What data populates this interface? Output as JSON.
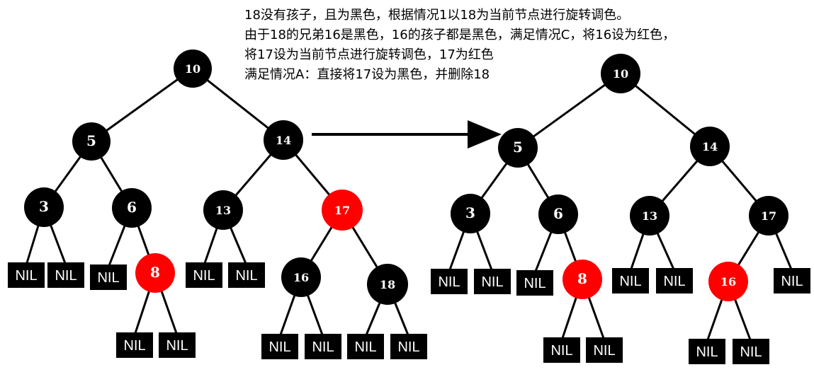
{
  "caption": {
    "lines": [
      "18没有孩子，且为黑色，根据情况1以18为当前节点进行旋转调色。",
      "由于18的兄弟16是黑色，16的孩子都是黑色，满足情况C，将16设为红色，",
      "将17设为当前节点进行旋转调色，17为红色",
      "满足情况A：直接将17设为黑色，并删除18"
    ]
  },
  "colors": {
    "black": "#000000",
    "red": "#ff0000",
    "edge": "#000000",
    "text": "#ffffff"
  },
  "nil_label": "NIL",
  "trees": [
    {
      "name": "before",
      "nodes": [
        {
          "id": "n10",
          "label": "10",
          "color": "black"
        },
        {
          "id": "n5",
          "label": "5",
          "color": "black"
        },
        {
          "id": "n14",
          "label": "14",
          "color": "black"
        },
        {
          "id": "n3",
          "label": "3",
          "color": "black"
        },
        {
          "id": "n6",
          "label": "6",
          "color": "black"
        },
        {
          "id": "n13",
          "label": "13",
          "color": "black"
        },
        {
          "id": "n17",
          "label": "17",
          "color": "red"
        },
        {
          "id": "n8",
          "label": "8",
          "color": "red"
        },
        {
          "id": "n16",
          "label": "16",
          "color": "black"
        },
        {
          "id": "n18",
          "label": "18",
          "color": "black"
        }
      ]
    },
    {
      "name": "after",
      "nodes": [
        {
          "id": "n10",
          "label": "10",
          "color": "black"
        },
        {
          "id": "n5",
          "label": "5",
          "color": "black"
        },
        {
          "id": "n14",
          "label": "14",
          "color": "black"
        },
        {
          "id": "n3",
          "label": "3",
          "color": "black"
        },
        {
          "id": "n6",
          "label": "6",
          "color": "black"
        },
        {
          "id": "n13",
          "label": "13",
          "color": "black"
        },
        {
          "id": "n17",
          "label": "17",
          "color": "black"
        },
        {
          "id": "n8",
          "label": "8",
          "color": "red"
        },
        {
          "id": "n16",
          "label": "16",
          "color": "red"
        }
      ]
    }
  ]
}
